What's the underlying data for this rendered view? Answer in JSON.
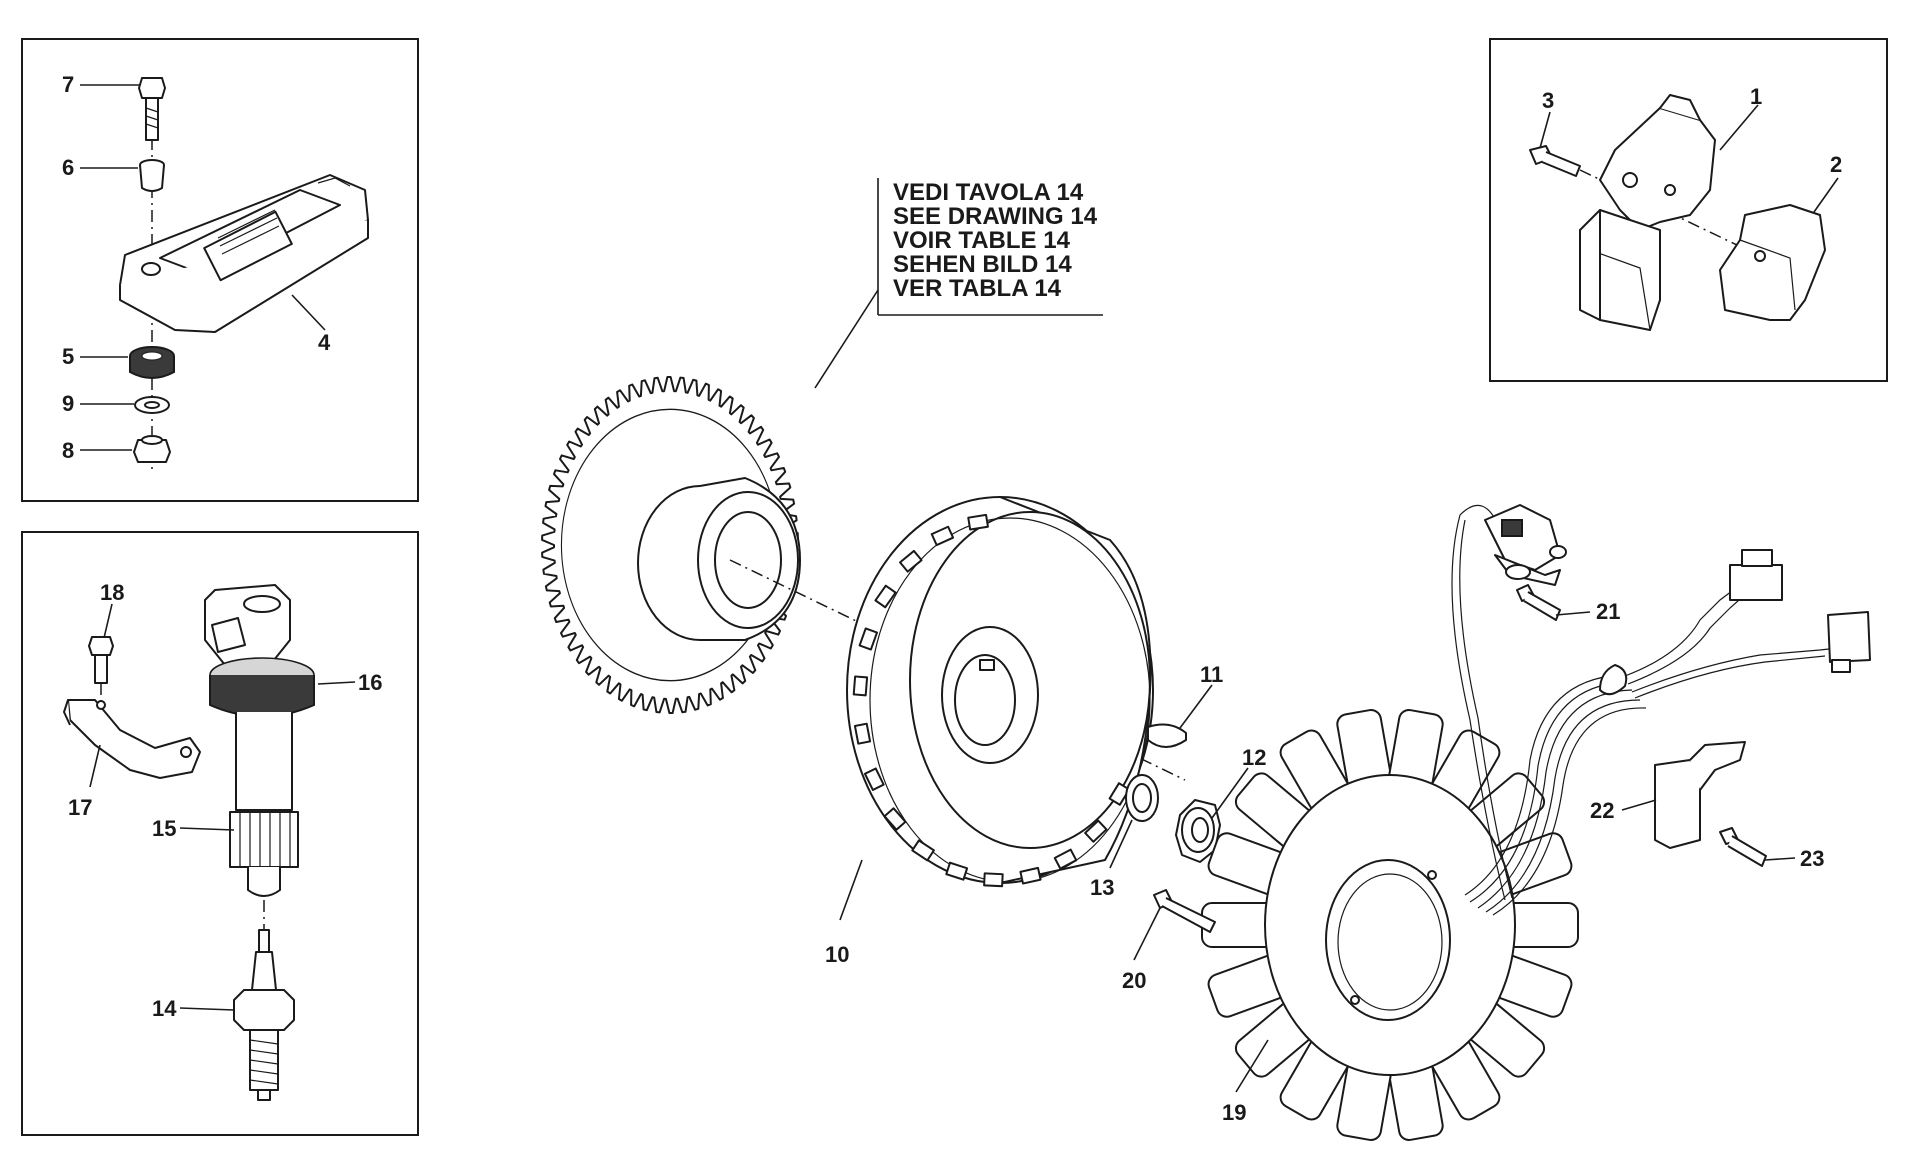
{
  "note_lines": [
    "VEDI TAVOLA 14",
    "SEE DRAWING 14",
    "VOIR TABLE 14",
    "SEHEN BILD 14",
    "VER TABLA 14"
  ],
  "callouts": {
    "p1": "1",
    "p2": "2",
    "p3": "3",
    "p4": "4",
    "p5": "5",
    "p6": "6",
    "p7": "7",
    "p8": "8",
    "p9": "9",
    "p10": "10",
    "p11": "11",
    "p12": "12",
    "p13": "13",
    "p14": "14",
    "p15": "15",
    "p16": "16",
    "p17": "17",
    "p18": "18",
    "p19": "19",
    "p20": "20",
    "p21": "21",
    "p22": "22",
    "p23": "23"
  }
}
